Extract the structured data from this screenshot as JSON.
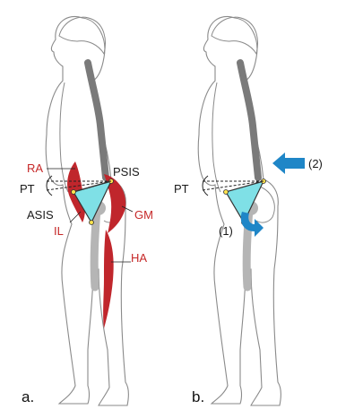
{
  "panel_a": {
    "caption": "a.",
    "labels": {
      "ra": "RA",
      "psis": "PSIS",
      "pt": "PT",
      "asis": "ASIS",
      "il": "IL",
      "gm": "GM",
      "ha": "HA"
    }
  },
  "panel_b": {
    "caption": "b.",
    "labels": {
      "pt": "PT",
      "arrow1": "(1)",
      "arrow2": "(2)"
    }
  },
  "colors": {
    "muscle": "#c0262c",
    "pelvis": "#7fe0e6",
    "spine": "#7a7a7a",
    "femur": "#b5b5b5",
    "arrow": "#1f86c7",
    "outline": "#777777",
    "label_red": "#c62828"
  }
}
